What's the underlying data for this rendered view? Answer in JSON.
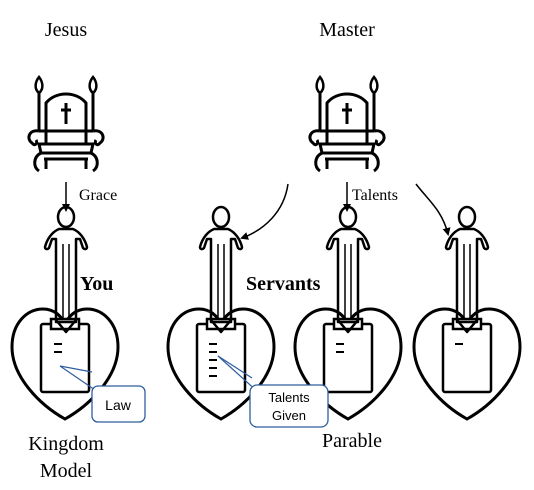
{
  "labels": {
    "jesus": "Jesus",
    "master": "Master",
    "grace": "Grace",
    "talents": "Talents",
    "you": "You",
    "servants": "Servants",
    "kingdom_model_line1": "Kingdom",
    "kingdom_model_line2": "Model",
    "parable": "Parable"
  },
  "callouts": {
    "law": "Law",
    "talents_given_line1": "Talents",
    "talents_given_line2": "Given"
  },
  "icons": {
    "thrones": [
      "throne-icon",
      "throne-icon"
    ],
    "persons": [
      "person-icon",
      "person-icon",
      "person-icon",
      "person-icon"
    ],
    "hearts": [
      "heart-icon",
      "heart-icon",
      "heart-icon",
      "heart-icon"
    ]
  },
  "tally_counts": {
    "you": 2,
    "servant_1": 5,
    "servant_2": 2,
    "servant_3": 1
  },
  "colors": {
    "callout_border": "#2e5d9e",
    "ink": "#000000"
  }
}
